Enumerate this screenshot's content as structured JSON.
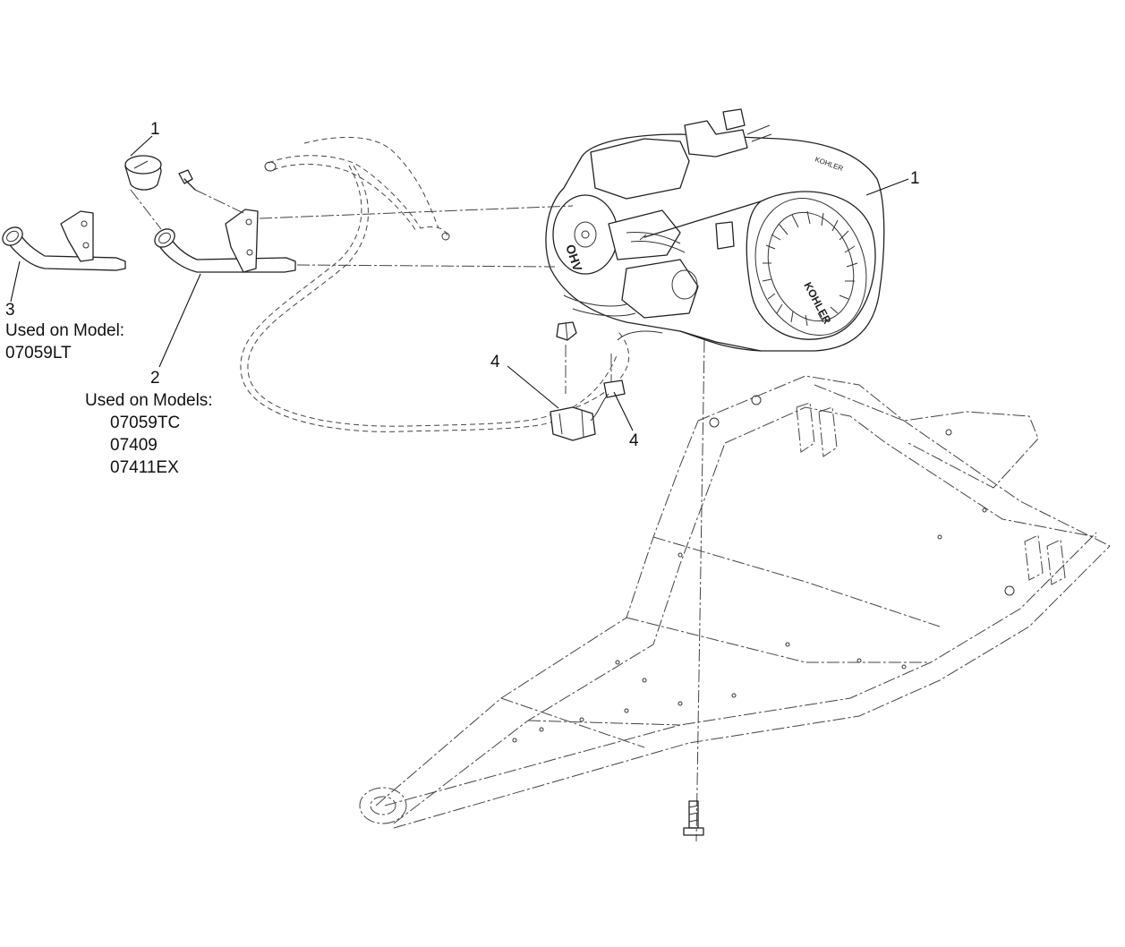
{
  "callouts": {
    "gas_cap": "1",
    "engine": "1",
    "exhaust_tube_2": "2",
    "exhaust_tube_3": "3",
    "switch_upper": "4",
    "switch_lower": "4"
  },
  "notes": {
    "model_single_heading": "Used on Model:",
    "model_single": [
      "07059LT"
    ],
    "models_multi_heading": "Used on Models:",
    "models_multi": [
      "07059TC",
      "07409",
      "07411EX"
    ]
  },
  "brand_marks": {
    "engine_logo": "KOHLER",
    "engine_badge": "OHV"
  }
}
